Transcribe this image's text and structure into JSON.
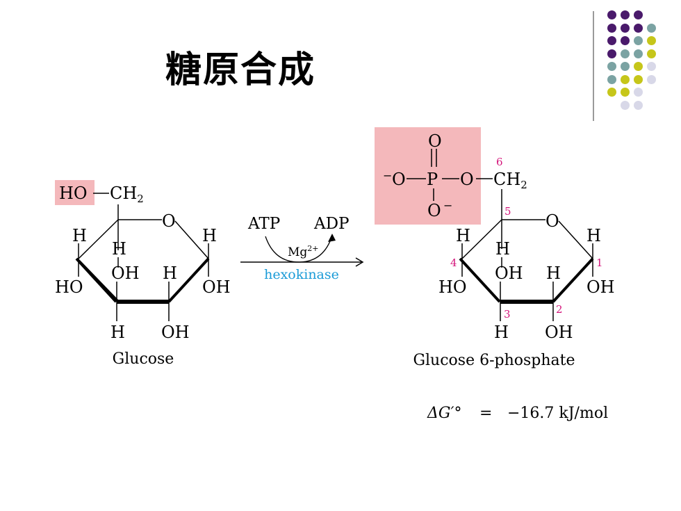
{
  "title": "糖原合成",
  "colors": {
    "highlight": "#f4b8bb",
    "carbon_number": "#d4147a",
    "enzyme": "#1a9bd7",
    "dot_palette": [
      "#4a1a6b",
      "#7ba3a3",
      "#c6c61a",
      "#d8d8e8"
    ]
  },
  "decor_dots": [
    [
      0,
      0,
      0,
      -1
    ],
    [
      0,
      0,
      0,
      1
    ],
    [
      0,
      0,
      1,
      2
    ],
    [
      0,
      1,
      1,
      2
    ],
    [
      1,
      1,
      2,
      3
    ],
    [
      1,
      2,
      2,
      3
    ],
    [
      2,
      2,
      3,
      -1
    ],
    [
      -1,
      3,
      3,
      -1
    ]
  ],
  "glucose": {
    "labels": {
      "ho_ch2_ho": "HO",
      "ch2": "CH",
      "ch2_sub": "2",
      "ring_o": "O",
      "h_c4": "H",
      "h_c5": "H",
      "h_c1": "H",
      "oh_c3": "OH",
      "h_c2": "H",
      "ho_c4": "HO",
      "oh_c1": "OH",
      "h_c3": "H",
      "oh_c2": "OH"
    },
    "name": "Glucose"
  },
  "reaction": {
    "atp": "ATP",
    "adp": "ADP",
    "cofactor": "Mg",
    "cofactor_sup": "2+",
    "enzyme": "hexokinase"
  },
  "g6p": {
    "phosphate": {
      "o_top": "O",
      "o_left": "O",
      "minus_left": "−",
      "p": "P",
      "o_bridge": "O",
      "o_bottom": "O",
      "minus_bottom": "−"
    },
    "labels": {
      "ch2": "CH",
      "ch2_sub": "2",
      "ring_o": "O",
      "h_c4": "H",
      "h_c5": "H",
      "h_c1": "H",
      "oh_c3": "OH",
      "h_c2": "H",
      "ho_c4": "HO",
      "oh_c1": "OH",
      "h_c3": "H",
      "oh_c2": "OH"
    },
    "carbon_numbers": [
      "6",
      "5",
      "4",
      "1",
      "3",
      "2"
    ],
    "name": "Glucose 6-phosphate"
  },
  "delta_g": {
    "symbol": "ΔG′°",
    "equals": "=",
    "value": "−16.7 kJ/mol"
  }
}
